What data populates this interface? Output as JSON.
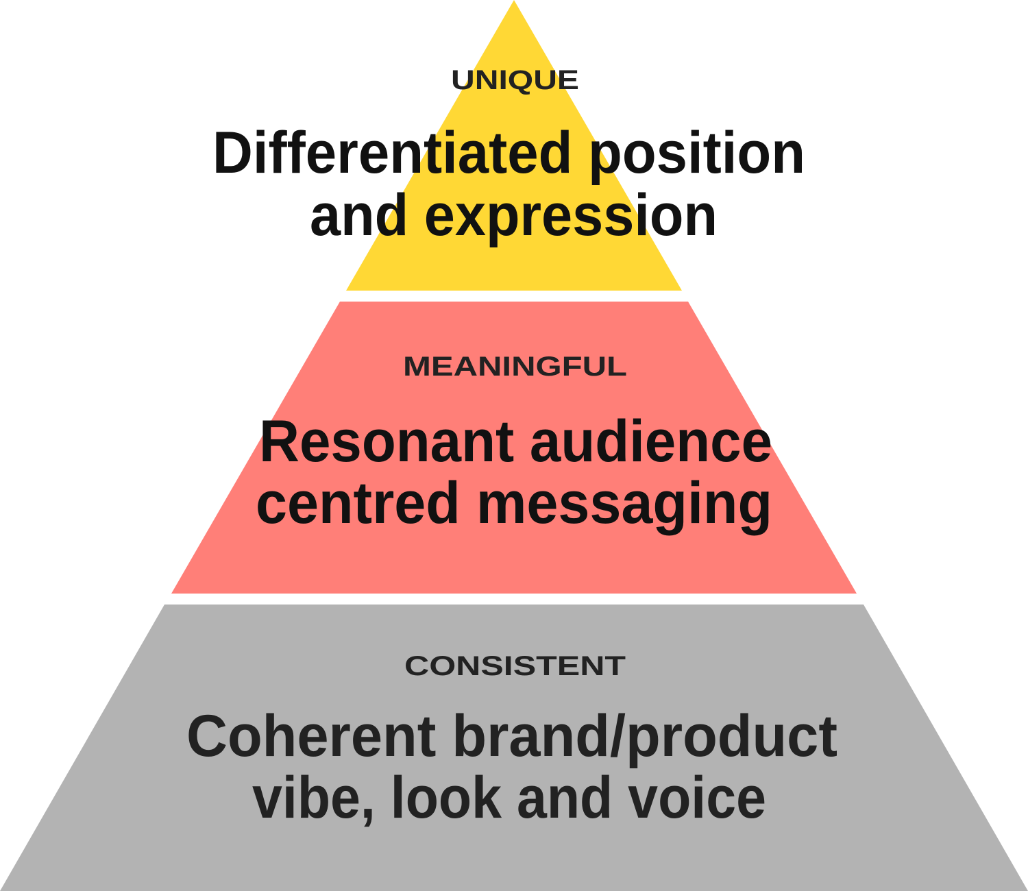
{
  "tiers": [
    {
      "label": "UNIQUE",
      "line1": "Differentiated position",
      "line2": "and expression",
      "color": "#FFD835",
      "text_color": "#111111"
    },
    {
      "label": "MEANINGFUL",
      "line1": "Resonant audience",
      "line2": "centred messaging",
      "color": "#FF7F78",
      "text_color": "#111111"
    },
    {
      "label": "CONSISTENT",
      "line1": "Coherent brand/product",
      "line2": "vibe, look and voice",
      "color": "#B3B3B3",
      "text_color": "#222222"
    }
  ]
}
